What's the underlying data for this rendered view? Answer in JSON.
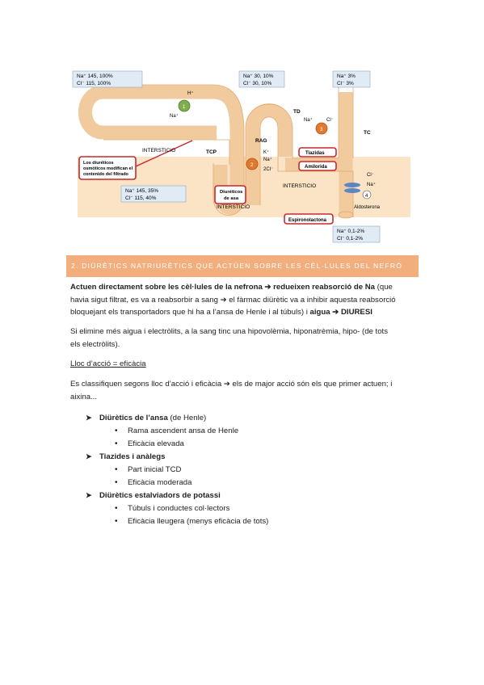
{
  "diagram": {
    "box_tl": [
      "Na⁺  145, 100%",
      "Cl⁻  115, 100%"
    ],
    "box_tm": [
      "Na⁺  30, 10%",
      "Cl⁻  30, 10%"
    ],
    "box_tr": [
      "Na⁺  3%",
      "Cl⁻  3%"
    ],
    "box_bl": [
      "Na⁺  145, 35%",
      "Cl⁻  115, 40%"
    ],
    "box_br": [
      "Na⁺  0,1-2%",
      "Cl⁻  0,1-2%"
    ],
    "osmotic_note": [
      "Los diuréticos",
      "osmóticos modifican el",
      "contenido del filtrado"
    ],
    "loop_drug": [
      "Diuréticos",
      "de asa"
    ],
    "thiazide_drug": "Tiazidas",
    "amiloride_drug": "Amilorida",
    "spiro_drug": "Espironolactona",
    "aldosterone": "Aldosterona",
    "intersticio_1": "INTERSTICIO",
    "intersticio_2": "INTERSTICIO",
    "intersticio_3": "INTERSTICIO",
    "tcp": "TCP",
    "rag": "RAG",
    "td": "TD",
    "tc": "TC",
    "h_ion": "H⁺",
    "na_ion": "Na⁺",
    "k_ion": "K⁺",
    "na_ion2": "Na⁺",
    "cl2": "2Cl⁻",
    "na_td": "Na⁺",
    "cl_td": "Cl⁻",
    "cl_tc": "Cl⁻",
    "na_tc": "Na⁺",
    "n1": "1",
    "n2": "2",
    "n3": "3",
    "n4": "4"
  },
  "section_title": "2. DIÜRÈTICS NATRIURÈTICS QUE ACTÚEN SOBRE LES CÈL·LULES DEL NEFRÓ",
  "p1": {
    "b1": "Actuen directament sobre les cèl·lules de la nefrona",
    "arrow1": " ➔ ",
    "b2": "redueixen reabsorció de Na",
    "t1": " (que",
    "line2": "havia sigut filtrat, es va a reabsorbir a sang ➔ el fàrmac diürètic va a inhibir aquesta reabsorció",
    "line3": "bloquejant els transportadors que hi ha a l’ansa de Henle i al túbuls) i ",
    "b3": "aigua",
    "arrow2": " ➔ ",
    "b4": "DIURESI"
  },
  "p2": {
    "line1": "Si elimine més aigua i electròlits, a la sang tinc una hipovolèmia, hiponatrèmia, hipo- (de tots",
    "line2": "els electròlits)."
  },
  "heading_lloc": "Lloc d’acció = eficàcia",
  "p3": {
    "line1": "Es classifiquen segons lloc d’acció i eficàcia ➔ els de major acció són els que primer actuen; i",
    "line2": "aixina..."
  },
  "list": [
    {
      "label": "Diürètics de l’ansa",
      "rest": " (de Henle)",
      "subs": [
        "Rama ascendent ansa de Henle",
        "Eficàcia elevada"
      ]
    },
    {
      "label": "Tiazides i anàlegs",
      "rest": "",
      "subs": [
        "Part inicial TCD",
        "Eficàcia moderada"
      ]
    },
    {
      "label": "Diürètics estalviadors de potassi",
      "rest": "",
      "subs": [
        "Túbuls i conductes col·lectors",
        "Eficàcia lleugera (menys eficàcia de tots)"
      ]
    }
  ],
  "bullet_marker": "➤",
  "sub_marker": "•",
  "colors": {
    "banner": "#f3ae7e",
    "tubule": "#f1ca9d",
    "interstitium": "#fbe3c6",
    "drug_red": "#c8282a",
    "box_blue": "#e1ebf6"
  }
}
